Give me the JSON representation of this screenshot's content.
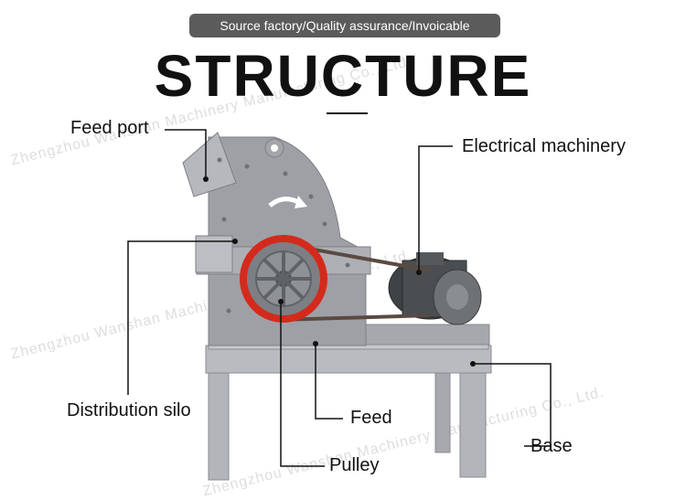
{
  "header": {
    "banner": "Source factory/Quality assurance/Invoicable",
    "title": "STRUCTURE"
  },
  "labels": {
    "feed_port": "Feed port",
    "electrical_machinery": "Electrical machinery",
    "distribution_silo": "Distribution silo",
    "feed": "Feed",
    "base": "Base",
    "pulley": "Pulley"
  },
  "watermark": {
    "line_a": "Zhengzhou Wanshan Machinery Manufacturing Co., Ltd.",
    "line_b": "Zhengzhou Wanshan Machinery Manufacturing Co., Ltd."
  },
  "colors": {
    "machine_body": "#9ea0a6",
    "pulley": "#d42a1c",
    "motor": "#3e4244"
  }
}
